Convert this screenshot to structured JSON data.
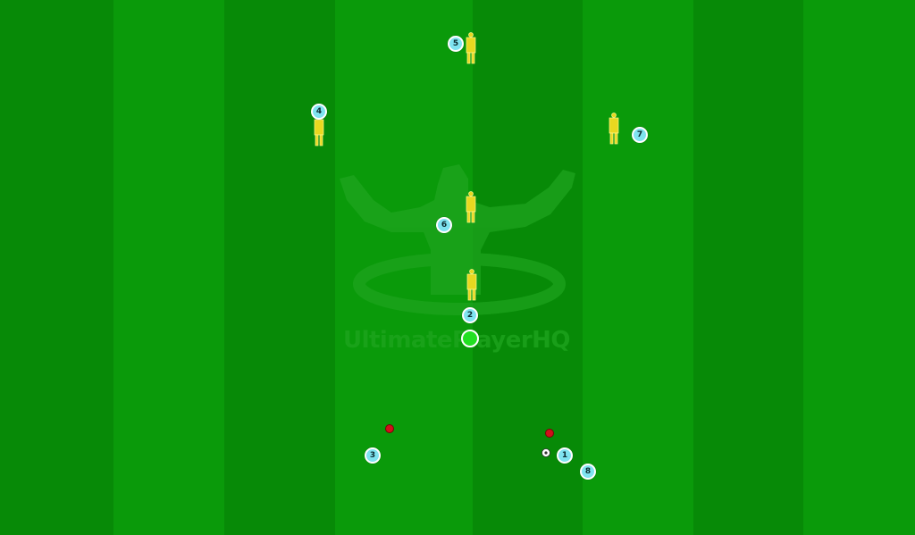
{
  "watermark": {
    "text": "UltimatePlayerHQ"
  },
  "colors": {
    "pitch_light": "#0a9a0a",
    "pitch_dark": "#088808",
    "player": "#7fe3f0",
    "dummy": "#f0e020",
    "cone": "#d0101a",
    "marker": "#22e022"
  },
  "players": [
    {
      "number": "1"
    },
    {
      "number": "2"
    },
    {
      "number": "3"
    },
    {
      "number": "4"
    },
    {
      "number": "5"
    },
    {
      "number": "6"
    },
    {
      "number": "7"
    },
    {
      "number": "8"
    }
  ],
  "items": {
    "dummies": 5,
    "cones": 2,
    "balls": 1,
    "markers": 1
  },
  "icons": {
    "dummy": "mannequin-icon",
    "ball": "soccer-ball-icon",
    "cone": "cone-icon"
  }
}
